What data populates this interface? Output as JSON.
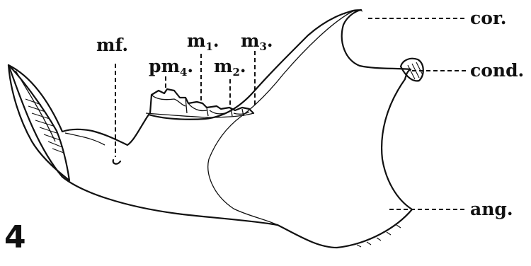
{
  "figure": {
    "number": "4",
    "labels": {
      "mf": "mf.",
      "pm4_main": "pm",
      "pm4_sub": "4",
      "pm4_dot": ".",
      "m1_main": "m",
      "m1_sub": "1",
      "m1_dot": ".",
      "m2_main": "m",
      "m2_sub": "2",
      "m2_dot": ".",
      "m3_main": "m",
      "m3_sub": "3",
      "m3_dot": ".",
      "cor": "cor.",
      "cond": "cond.",
      "ang": "ang."
    }
  }
}
